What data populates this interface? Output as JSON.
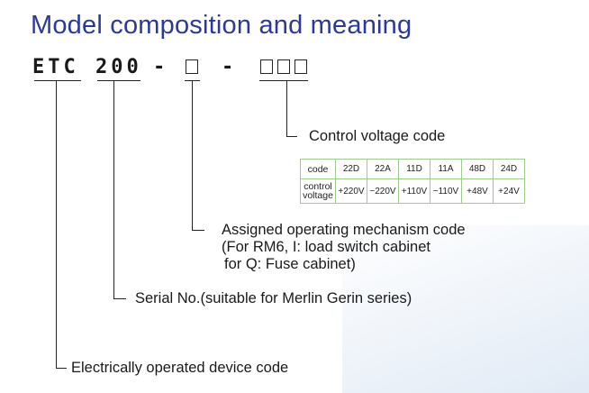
{
  "title": "Model composition and meaning",
  "model": {
    "prefix": "ETC",
    "series": "200",
    "dash1": "-",
    "dash2": "-"
  },
  "labels": {
    "control_voltage": "Control voltage code",
    "mechanism_line1": "Assigned operating mechanism code",
    "mechanism_line2": "(For RM6, I: load switch cabinet",
    "mechanism_line3": "for Q: Fuse cabinet)",
    "serial": "Serial No.(suitable for Merlin Gerin series)",
    "device": "Electrically operated device code"
  },
  "table": {
    "row1_header": "code",
    "row2_header": "control voltage",
    "codes": [
      "22D",
      "22A",
      "11D",
      "11A",
      "48D",
      "24D"
    ],
    "voltages": [
      "+220V",
      "~220V",
      "+110V",
      "~110V",
      "+48V",
      "+24V"
    ]
  }
}
